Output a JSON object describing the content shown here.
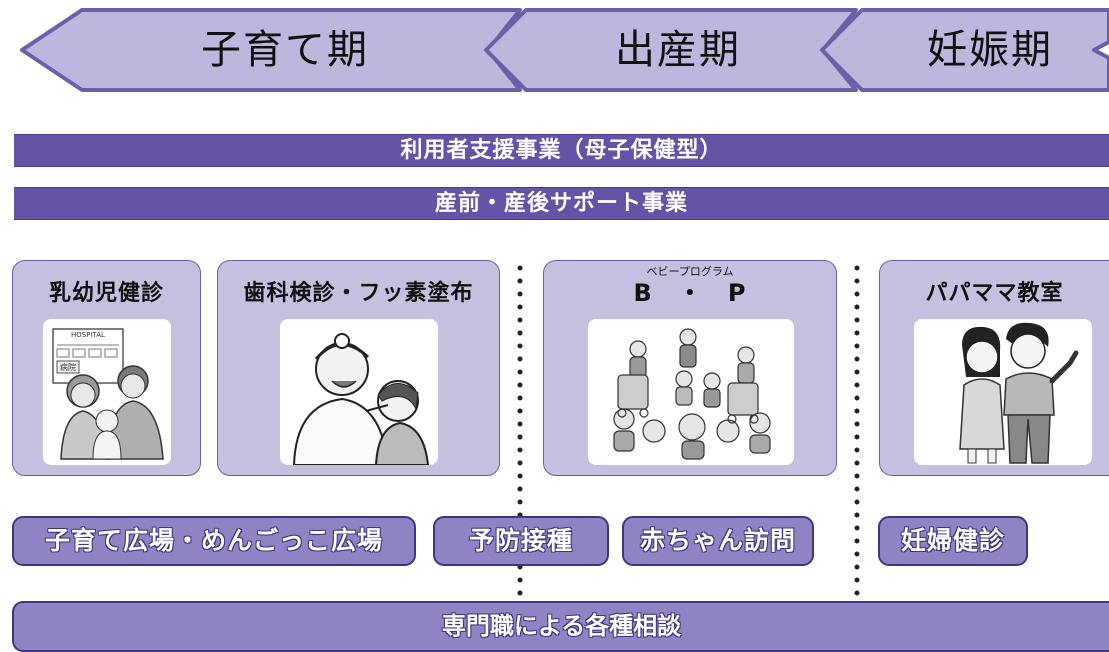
{
  "stages": [
    {
      "label": "子育て期"
    },
    {
      "label": "出産期"
    },
    {
      "label": "妊娠期"
    }
  ],
  "bars": {
    "user_support": "利用者支援事業（母子保健型）",
    "pre_post_support": "産前・産後サポート事業"
  },
  "cards": {
    "infant_checkup": "乳幼児健診",
    "dental": "歯科検診・フッ素塗布",
    "bp_ruby": "ベビープログラム",
    "bp_title": "B　・　P",
    "parents_class": "パパママ教室"
  },
  "illustrations": {
    "hospital_sign": "HOSPITAL",
    "hospital_door": "病院"
  },
  "pills": {
    "plaza": "子育て広場・めんごっこ広場",
    "vaccination": "予防接種",
    "baby_visit": "赤ちゃん訪問",
    "pregnancy_checkup": "妊婦健診"
  },
  "consultation": "専門職による各種相談",
  "colors": {
    "arrow_fill": "#bdb7dd",
    "arrow_stroke": "#6a5fa8",
    "bar": "#6453a6",
    "card": "#c4c0e0",
    "pill": "#8f83c4"
  }
}
